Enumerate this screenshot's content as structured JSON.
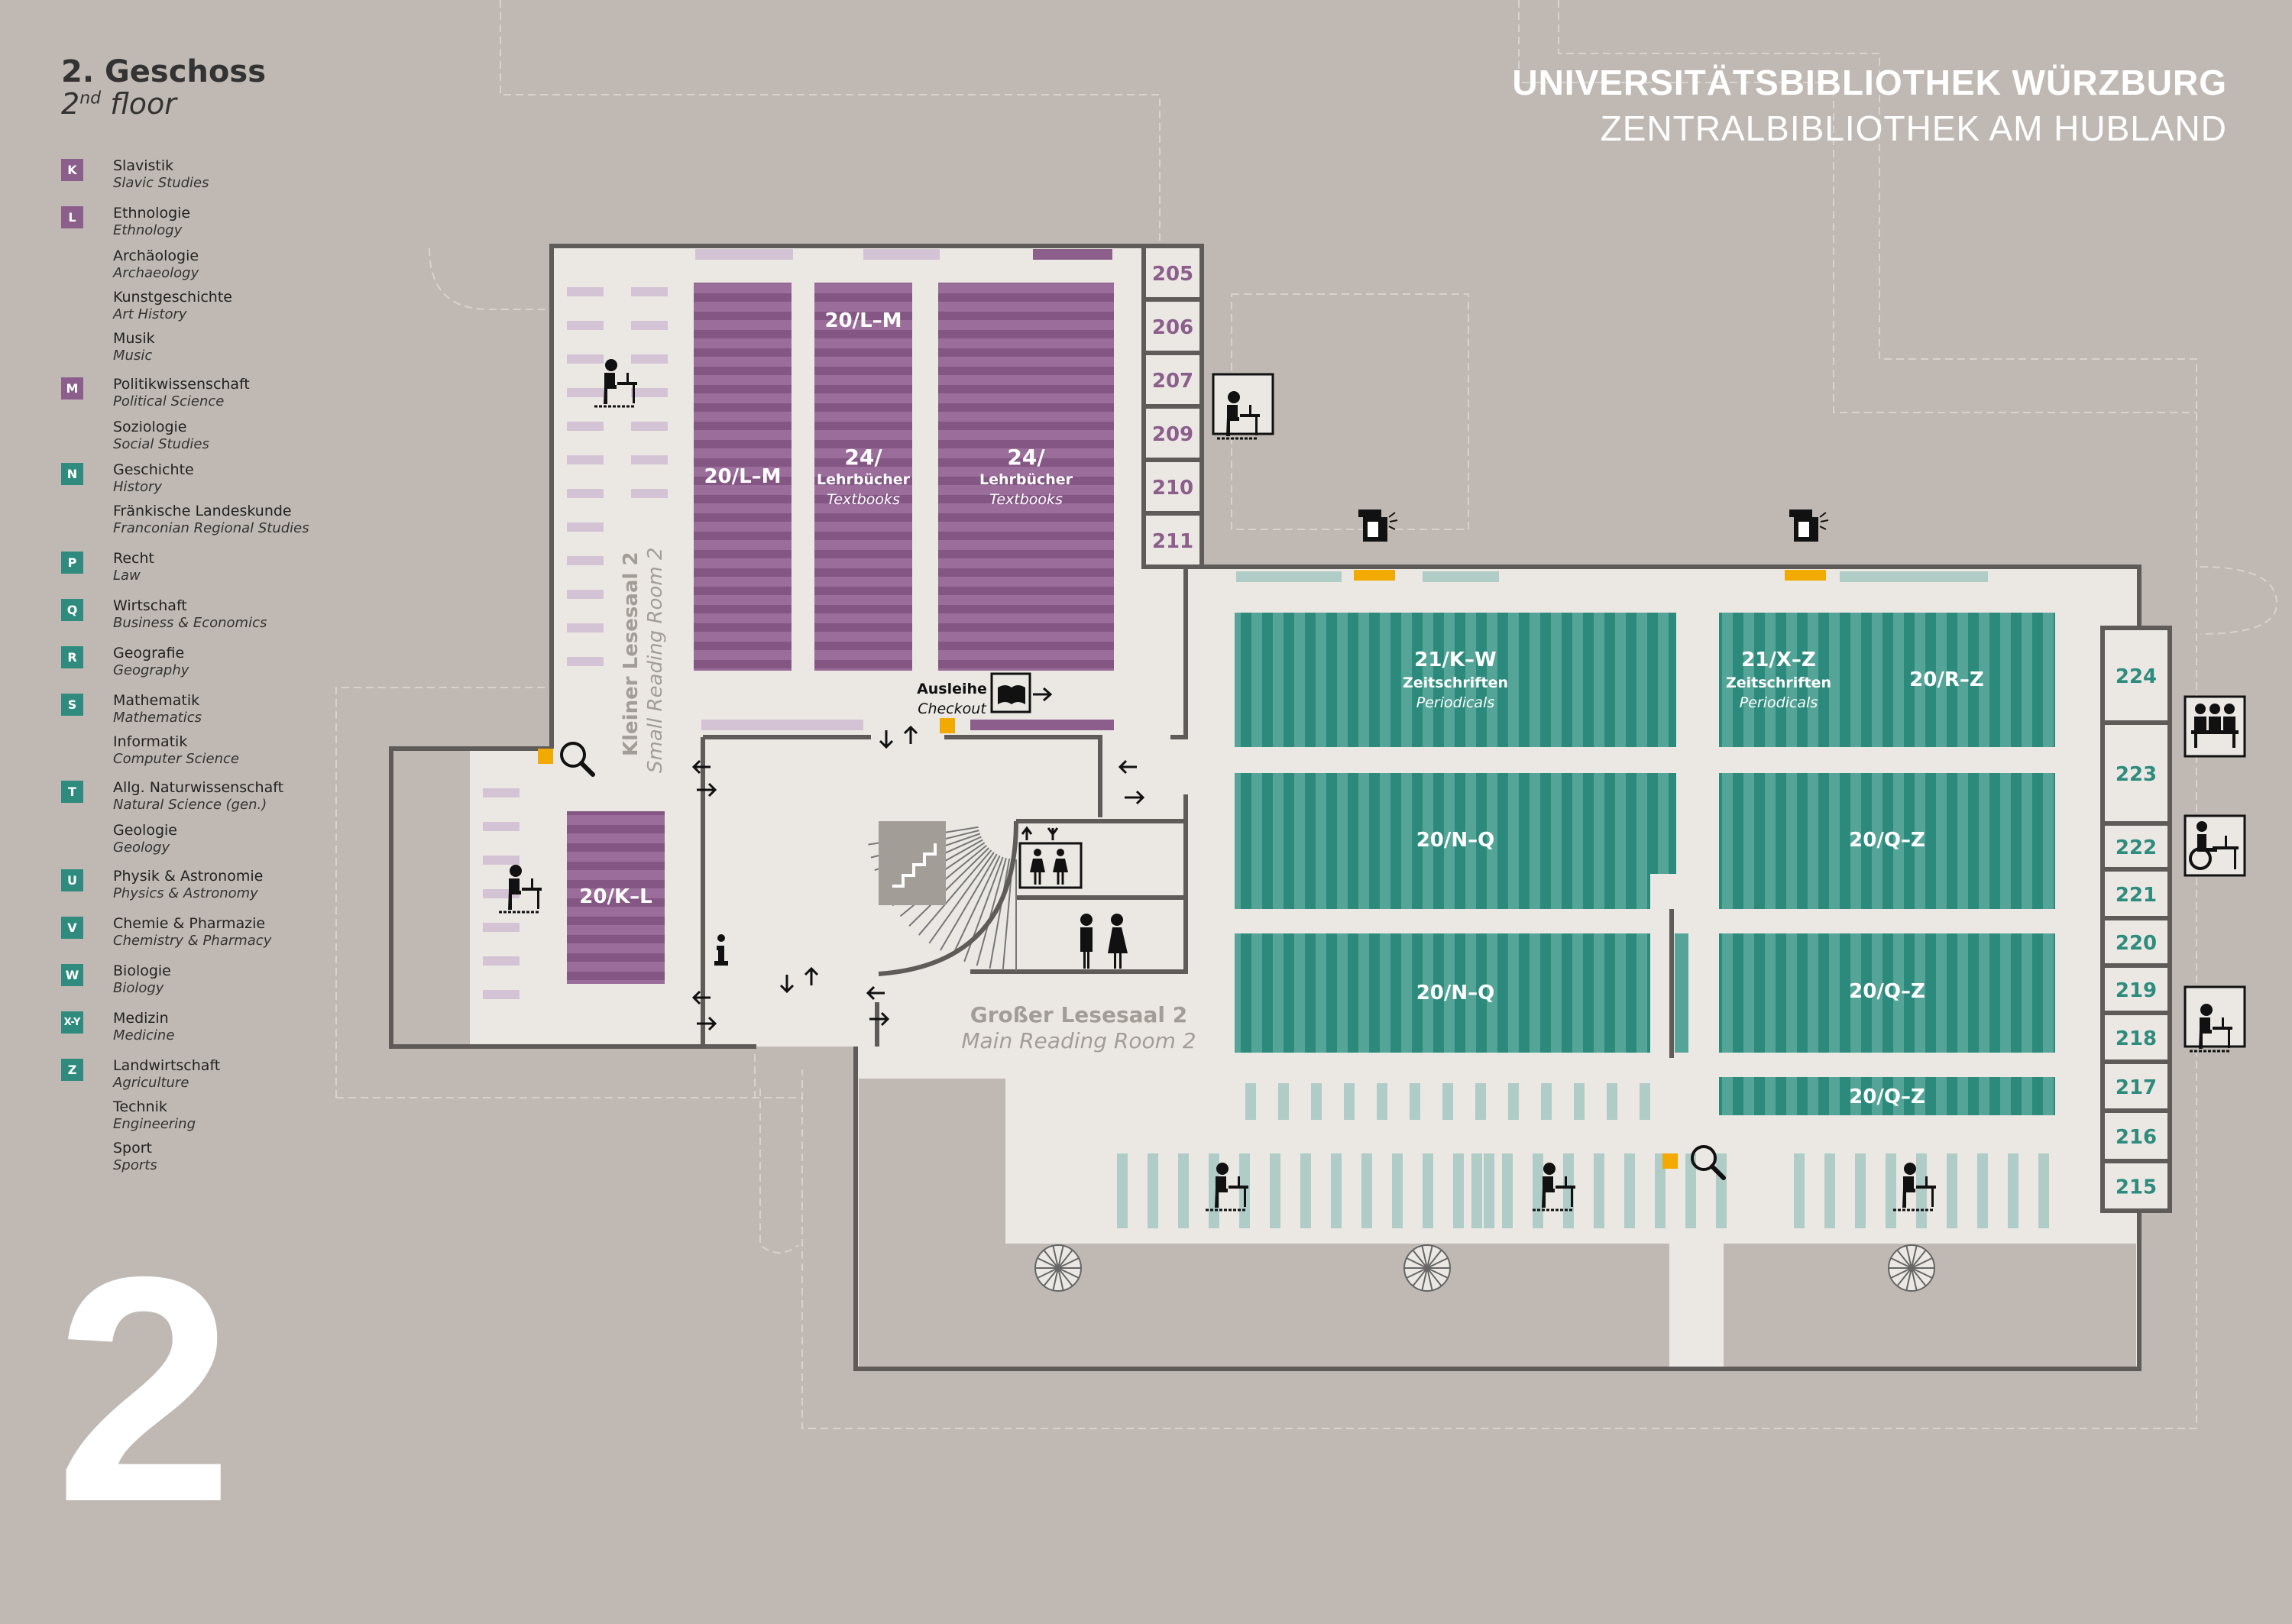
{
  "floor": {
    "label_de": "2. Geschoss",
    "label_en_prefix": "2",
    "label_en_sup": "nd",
    "label_en_suffix": " floor",
    "big_number": "2"
  },
  "library": {
    "name": "UNIVERSITÄTSBIBLIOTHEK WÜRZBURG",
    "subtitle": "ZENTRALBIBLIOTHEK AM HUBLAND"
  },
  "colors": {
    "background": "#c0b9b3",
    "floor": "#ebe8e4",
    "wall": "#5e5b58",
    "purple": "#8b5e8b",
    "purple_light": "#d4c3d4",
    "teal": "#2e8b7d",
    "teal_light": "#b0ccc7",
    "yellow": "#f2a900",
    "grey_room": "#c0b9b3"
  },
  "legend": [
    {
      "badge": "K",
      "de": "Slavistik",
      "en": "Slavic Studies",
      "color": "#8b5e8b"
    },
    {
      "badge": "L",
      "de": "Ethnologie",
      "en": "Ethnology",
      "color": "#8b5e8b"
    },
    {
      "badge": "",
      "de": "Archäologie",
      "en": "Archaeology"
    },
    {
      "badge": "",
      "de": "Kunstgeschichte",
      "en": "Art History"
    },
    {
      "badge": "",
      "de": "Musik",
      "en": "Music"
    },
    {
      "badge": "M",
      "de": "Politikwissenschaft",
      "en": "Political Science",
      "color": "#8b5e8b"
    },
    {
      "badge": "",
      "de": "Soziologie",
      "en": "Social Studies"
    },
    {
      "badge": "N",
      "de": "Geschichte",
      "en": "History",
      "color": "#2e8b7d"
    },
    {
      "badge": "",
      "de": "Fränkische Landeskunde",
      "en": "Franconian Regional Studies"
    },
    {
      "badge": "P",
      "de": "Recht",
      "en": "Law",
      "color": "#2e8b7d"
    },
    {
      "badge": "Q",
      "de": "Wirtschaft",
      "en": "Business & Economics",
      "color": "#2e8b7d"
    },
    {
      "badge": "R",
      "de": "Geografie",
      "en": "Geography",
      "color": "#2e8b7d"
    },
    {
      "badge": "S",
      "de": "Mathematik",
      "en": "Mathematics",
      "color": "#2e8b7d"
    },
    {
      "badge": "",
      "de": "Informatik",
      "en": "Computer Science"
    },
    {
      "badge": "T",
      "de": "Allg. Naturwissenschaft",
      "en": "Natural Science (gen.)",
      "color": "#2e8b7d"
    },
    {
      "badge": "",
      "de": "Geologie",
      "en": "Geology"
    },
    {
      "badge": "U",
      "de": "Physik & Astronomie",
      "en": "Physics & Astronomy",
      "color": "#2e8b7d"
    },
    {
      "badge": "V",
      "de": "Chemie & Pharmazie",
      "en": "Chemistry & Pharmacy",
      "color": "#2e8b7d"
    },
    {
      "badge": "W",
      "de": "Biologie",
      "en": "Biology",
      "color": "#2e8b7d"
    },
    {
      "badge": "X-Y",
      "de": "Medizin",
      "en": "Medicine",
      "color": "#2e8b7d"
    },
    {
      "badge": "Z",
      "de": "Landwirtschaft",
      "en": "Agriculture",
      "color": "#2e8b7d"
    },
    {
      "badge": "",
      "de": "Technik",
      "en": "Engineering"
    },
    {
      "badge": "",
      "de": "Sport",
      "en": "Sports"
    }
  ],
  "rooms_left": [
    "205",
    "206",
    "207",
    "209",
    "210",
    "211"
  ],
  "rooms_right": [
    "224",
    "223",
    "222",
    "221",
    "220",
    "219",
    "218",
    "217",
    "216",
    "215"
  ],
  "reading_rooms": {
    "small_de": "Kleiner Lesesaal 2",
    "small_en": "Small Reading Room 2",
    "main_de": "Großer Lesesaal 2",
    "main_en": "Main Reading Room 2"
  },
  "checkout": {
    "de": "Ausleihe",
    "en": "Checkout"
  },
  "shelves_purple": {
    "s1": "20/L–M",
    "s2_top": "20/L–M",
    "s2_a": "24/",
    "s2_b": "Lehrbücher",
    "s2_c": "Textbooks",
    "s3_a": "24/",
    "s3_b": "Lehrbücher",
    "s3_c": "Textbooks",
    "s4": "20/K–L"
  },
  "shelves_teal": {
    "t1_a": "21/K–W",
    "t1_b": "Zeitschriften",
    "t1_c": "Periodicals",
    "t2_a": "21/X–Z",
    "t2_b": "Zeitschriften",
    "t2_c": "Periodicals",
    "t2_d": "20/R–Z",
    "t3": "20/N–Q",
    "t4": "20/Q–Z",
    "t5": "20/N–Q",
    "t6": "20/Q–Z",
    "t7": "20/Q–Z"
  }
}
